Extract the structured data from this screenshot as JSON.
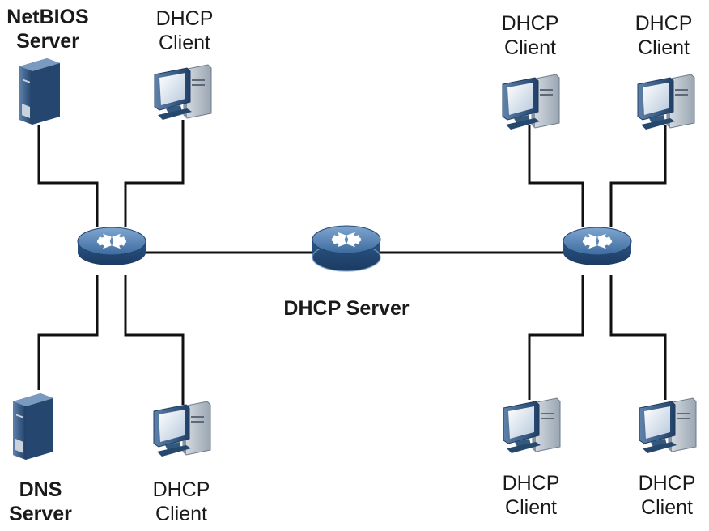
{
  "labels": {
    "netbios_server": [
      "NetBIOS",
      "Server"
    ],
    "dns_server": [
      "DNS",
      "Server"
    ],
    "dhcp_server": "DHCP Server",
    "client_tl": [
      "DHCP",
      "Client"
    ],
    "client_bl": [
      "DHCP",
      "Client"
    ],
    "client_tr1": [
      "DHCP",
      "Client"
    ],
    "client_tr2": [
      "DHCP",
      "Client"
    ],
    "client_br1": [
      "DHCP",
      "Client"
    ],
    "client_br2": [
      "DHCP",
      "Client"
    ]
  },
  "icons": {
    "server": "server-tower-icon",
    "client": "desktop-computer-icon",
    "router": "router-icon",
    "switch": "switch-icon"
  },
  "colors": {
    "device_blue": "#2e5d8f",
    "device_dark": "#1f4470",
    "device_light": "#6f96c2",
    "link": "#111111"
  }
}
